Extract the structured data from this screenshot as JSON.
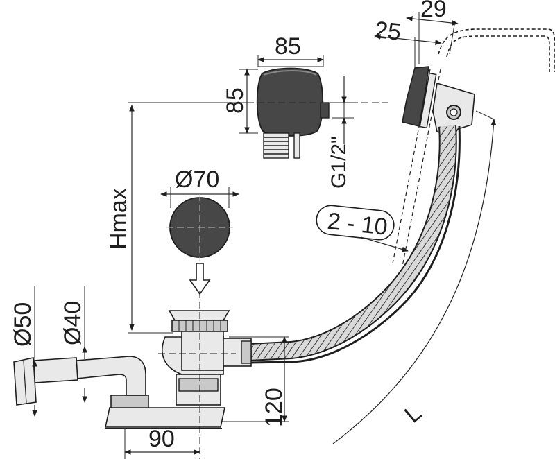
{
  "colors": {
    "line": "#1e1e1e",
    "dark_fill": "#474747",
    "light_fill": "#e9e9e9",
    "mid_fill": "#c9c9c9",
    "background": "#ffffff"
  },
  "dimensions": {
    "overflow_offset_a": "29",
    "overflow_offset_b": "25",
    "valve_width": "85",
    "valve_height": "85",
    "thread": "G1/2\"",
    "cover_diameter": "Ø70",
    "height_max": "Hmax",
    "tub_wall_range": "2 - 10",
    "pipe_outer": "Ø50",
    "pipe_inner": "Ø40",
    "trap_height": "120",
    "trap_offset": "90",
    "hose_length": "L"
  },
  "icons": {
    "insert_arrow": "down-arrow-icon"
  }
}
